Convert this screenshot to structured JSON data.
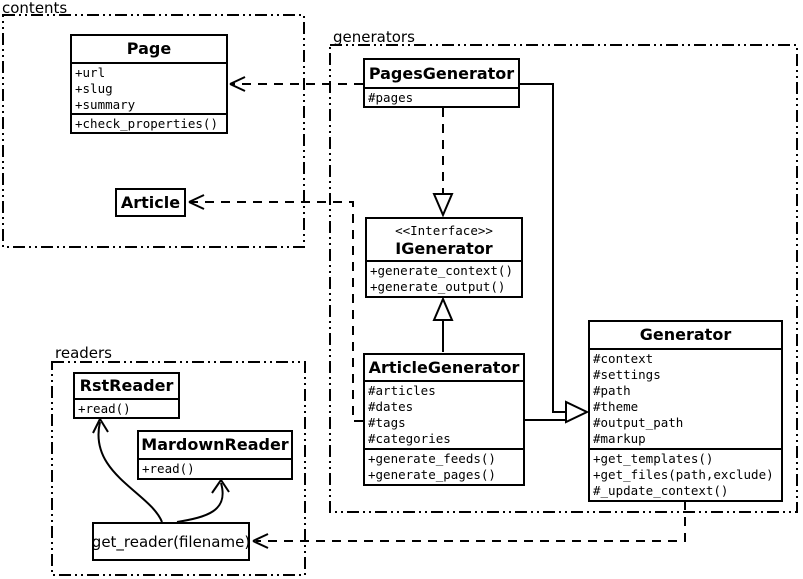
{
  "diagram_title": "pelican-classes-uml",
  "colors": {
    "line": "#000000",
    "background": "#ffffff",
    "text": "#000000"
  },
  "packages": {
    "contents": {
      "label": "contents"
    },
    "generators": {
      "label": "generators"
    },
    "readers": {
      "label": "readers"
    }
  },
  "classes": {
    "page": {
      "name": "Page",
      "attributes": [
        "+url",
        "+slug",
        "+summary"
      ],
      "methods": [
        "+check_properties()"
      ]
    },
    "article": {
      "name": "Article"
    },
    "pages_generator": {
      "name": "PagesGenerator",
      "attributes": [
        "#pages"
      ]
    },
    "igenerator": {
      "stereotype": "<<Interface>>",
      "name": "IGenerator",
      "methods": [
        "+generate_context()",
        "+generate_output()"
      ]
    },
    "article_generator": {
      "name": "ArticleGenerator",
      "attributes": [
        "#articles",
        "#dates",
        "#tags",
        "#categories"
      ],
      "methods": [
        "+generate_feeds()",
        "+generate_pages()"
      ]
    },
    "generator": {
      "name": "Generator",
      "attributes": [
        "#context",
        "#settings",
        "#path",
        "#theme",
        "#output_path",
        "#markup"
      ],
      "methods": [
        "+get_templates()",
        "+get_files(path,exclude)",
        "#_update_context()"
      ]
    },
    "rst_reader": {
      "name": "RstReader",
      "methods": [
        "+read()"
      ]
    },
    "mardown_reader": {
      "name": "MardownReader",
      "methods": [
        "+read()"
      ]
    },
    "get_reader": {
      "label": "get_reader(filename)"
    }
  }
}
